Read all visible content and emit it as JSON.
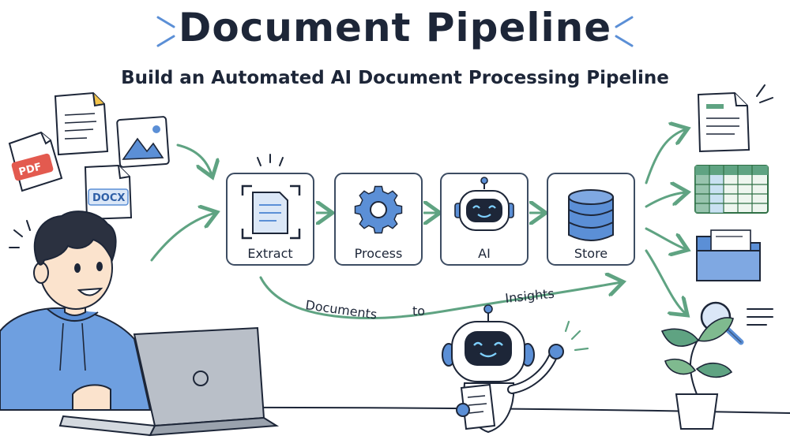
{
  "header": {
    "title": "Document Pipeline",
    "subtitle": "Build an Automated AI Document Processing Pipeline"
  },
  "inputs": {
    "pdf_tag": "PDF",
    "docx_tag": "DOCX"
  },
  "pipeline": {
    "steps": [
      {
        "label": "Extract",
        "icon": "scan-document-icon"
      },
      {
        "label": "Process",
        "icon": "gear-icon"
      },
      {
        "label": "AI",
        "icon": "robot-head-icon"
      },
      {
        "label": "Store",
        "icon": "database-icon"
      }
    ]
  },
  "flow_caption": {
    "word1": "Documents",
    "word2": "to",
    "word3": "Insights"
  },
  "outputs": [
    {
      "icon": "text-document-icon"
    },
    {
      "icon": "spreadsheet-icon"
    },
    {
      "icon": "folder-icon"
    },
    {
      "icon": "search-icon"
    }
  ],
  "colors": {
    "ink": "#1d2638",
    "accent_blue": "#5b8fd6",
    "arrow_green": "#5fa382",
    "light_blue": "#dbe7f7",
    "pdf_red": "#e35a4f"
  }
}
